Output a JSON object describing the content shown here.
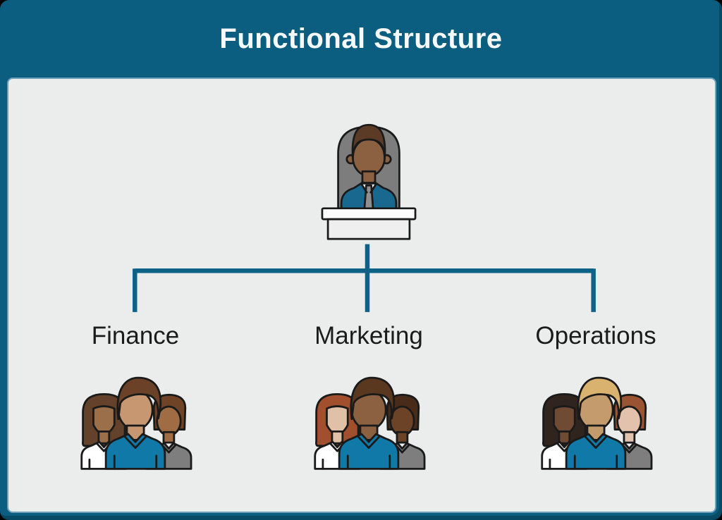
{
  "title": "Functional Structure",
  "colors": {
    "page_bg": "#0B5E80",
    "panel_bg": "#EBECEC",
    "panel_edge": "#6FA0BA",
    "connector": "#0F6287",
    "outline": "#1A1A1A",
    "title_text": "#F7FAFB",
    "label_text": "#1B1B1B",
    "shirt_blue": "#1179A8",
    "shirt_white": "#FFFFFF",
    "shirt_gray": "#7E7E7E"
  },
  "manager": {
    "icon": "executive-at-desk-icon",
    "hair": "#5B3B26",
    "skin": "#8C6142",
    "suit": "#18688F",
    "tie": "#8F8F8F",
    "chair": "#7D7D7D",
    "desk_top": "#FCFCFC",
    "desk_body": "#EFEFEF"
  },
  "departments": [
    {
      "label": "Finance",
      "icon": "team-icon",
      "members": [
        {
          "position": "left",
          "hair": "#63412A",
          "skin": "#9C6F4B",
          "shirt": "#FFFFFF"
        },
        {
          "position": "center",
          "hair": "#6B4227",
          "skin": "#C79772",
          "shirt": "#1179A8"
        },
        {
          "position": "right",
          "hair": "#6F4426",
          "skin": "#A06C44",
          "shirt": "#7E7E7E"
        }
      ]
    },
    {
      "label": "Marketing",
      "icon": "team-icon",
      "members": [
        {
          "position": "left",
          "hair": "#A24F2E",
          "skin": "#E0C0A6",
          "shirt": "#FFFFFF"
        },
        {
          "position": "center",
          "hair": "#5A371F",
          "skin": "#8C6142",
          "shirt": "#1179A8"
        },
        {
          "position": "right",
          "hair": "#482B18",
          "skin": "#6D4327",
          "shirt": "#7E7E7E"
        }
      ]
    },
    {
      "label": "Operations",
      "icon": "team-icon",
      "members": [
        {
          "position": "left",
          "hair": "#30241F",
          "skin": "#6F4B33",
          "shirt": "#FFFFFF"
        },
        {
          "position": "center",
          "hair": "#D9B26F",
          "skin": "#C49B6C",
          "shirt": "#1179A8"
        },
        {
          "position": "right",
          "hair": "#9A5433",
          "skin": "#E3C2AD",
          "shirt": "#7E7E7E"
        }
      ]
    }
  ]
}
